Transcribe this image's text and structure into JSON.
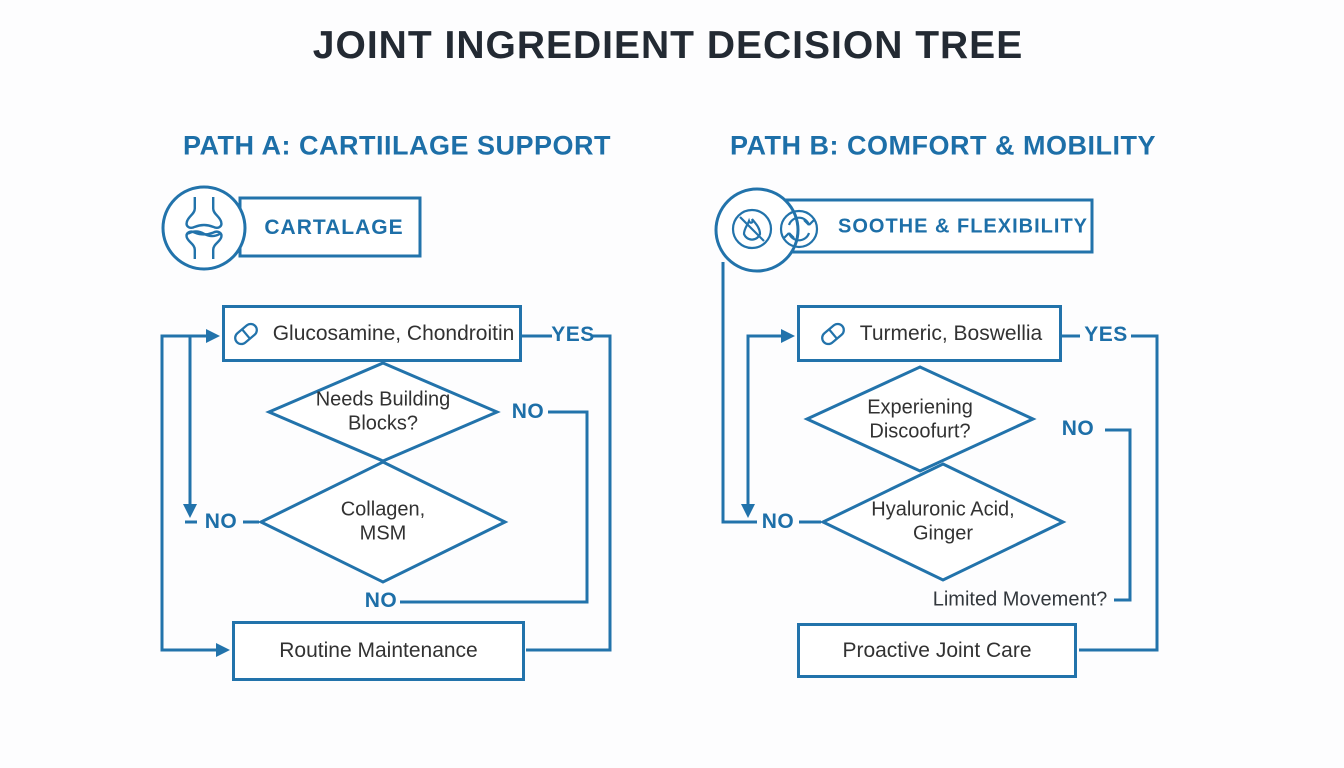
{
  "title": "JOINT INGREDIENT DECISION TREE",
  "labels": {
    "yes": "YES",
    "no": "NO"
  },
  "path_a": {
    "header": "PATH A: CARTIILAGE SUPPORT",
    "badge_label": "CARTALAGE",
    "badge_icon": "knee-joint-icon",
    "supplement": "Glucosamine, Chondroitin",
    "supplement_icon": "capsule-icon",
    "decision1": "Needs Building Blocks?",
    "decision2": "Collagen, MSM",
    "outcome": "Routine Maintenance"
  },
  "path_b": {
    "header": "PATH B: COMFORT & MOBILITY",
    "badge_label": "SOOTHE & FLEXIBILITY",
    "badge_icons": [
      "no-inflammation-icon",
      "mobility-refresh-icon"
    ],
    "supplement": "Turmeric, Boswellia",
    "supplement_icon": "capsule-icon",
    "decision1": "Experiening Discoofurt?",
    "decision2": "Hyaluronic Acid, Ginger",
    "question_label": "Limited Movement?",
    "outcome": "Proactive Joint Care"
  },
  "colors": {
    "line_blue": "#2273ab",
    "text_blue": "#1d6fa8",
    "text_dark": "#323232",
    "title_dark": "#232a33",
    "background": "#fdfdfe"
  }
}
